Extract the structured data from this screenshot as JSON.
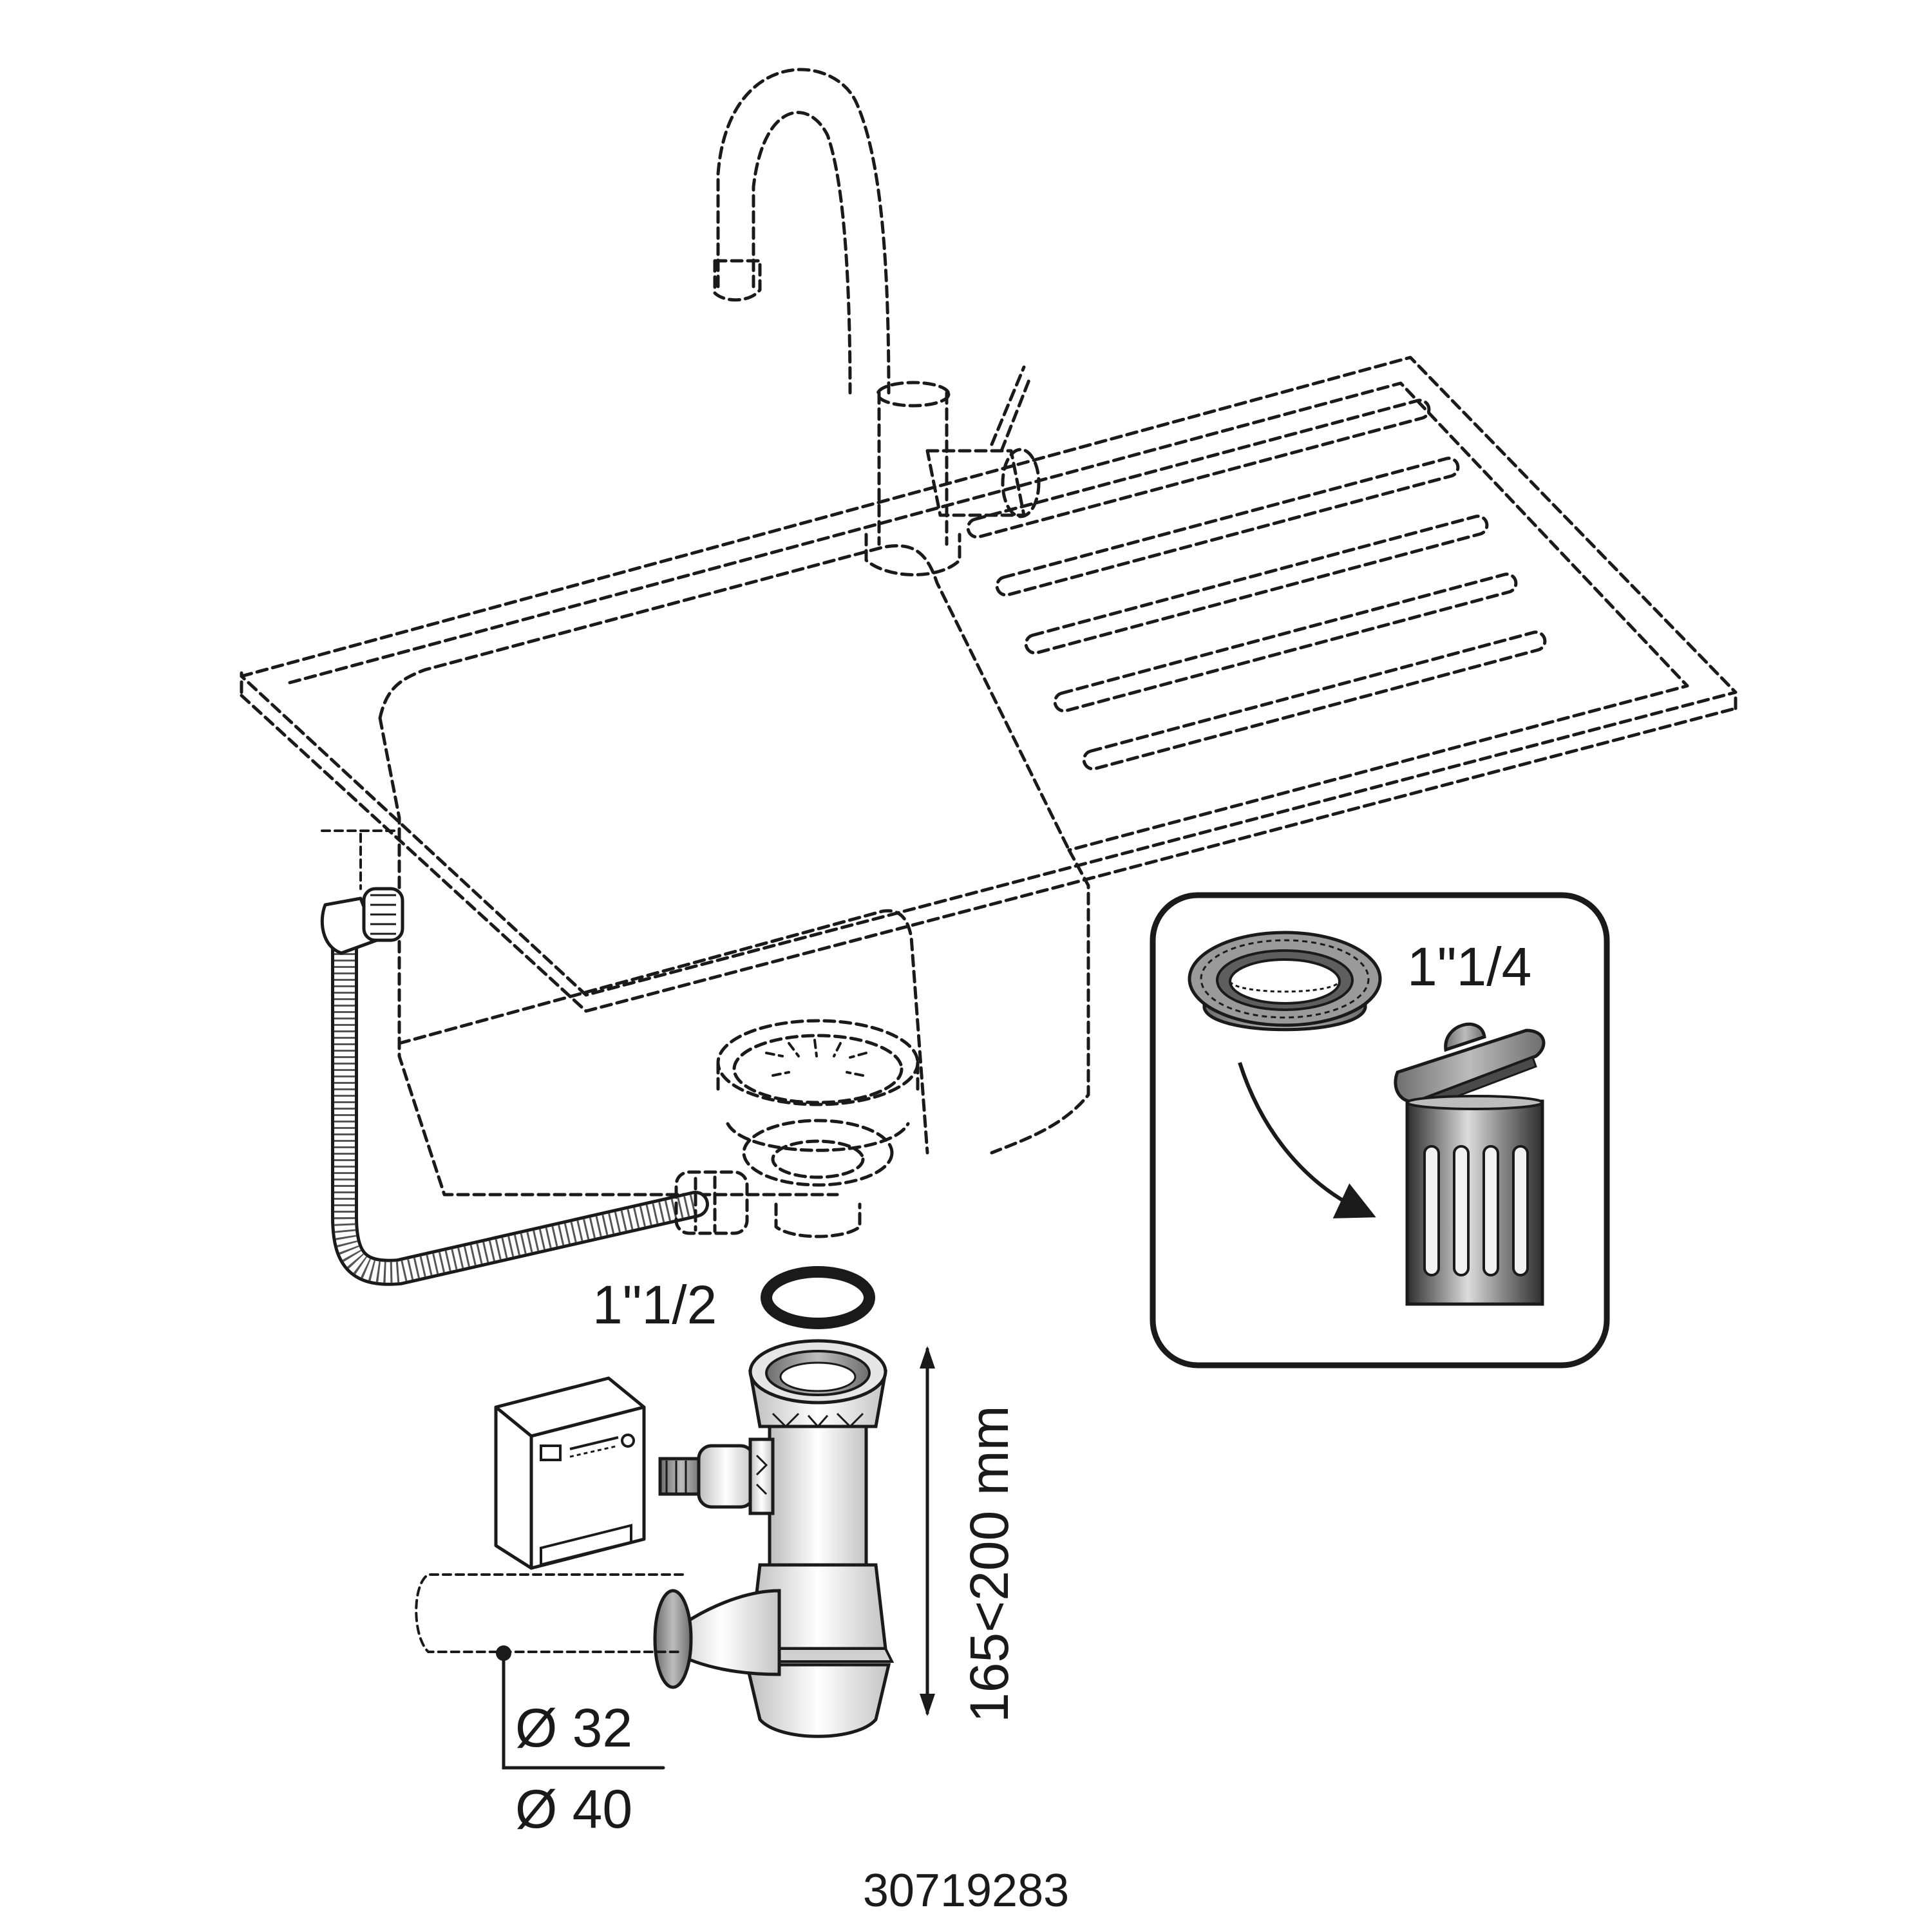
{
  "diagram": {
    "labels": {
      "waste_outlet_size": "1\"1/2",
      "basket_thread_size": "1\"1/4",
      "height_range": "165<200 mm",
      "pipe_diameter_small": "Ø 32",
      "pipe_diameter_large": "Ø 40",
      "product_code": "30719283"
    },
    "parts": [
      "tap",
      "sink",
      "drainboard",
      "overflow-hose",
      "basket-strainer",
      "seal-ring",
      "bottle-trap",
      "washing-machine-inlet",
      "washing-machine",
      "wall-pipe",
      "thread-adapter",
      "strainer-basket"
    ],
    "colors": {
      "ink": "#1a1a1a",
      "background": "#ffffff",
      "metal_dark": "#3a3a3a",
      "metal_light": "#d9d9d9"
    }
  }
}
